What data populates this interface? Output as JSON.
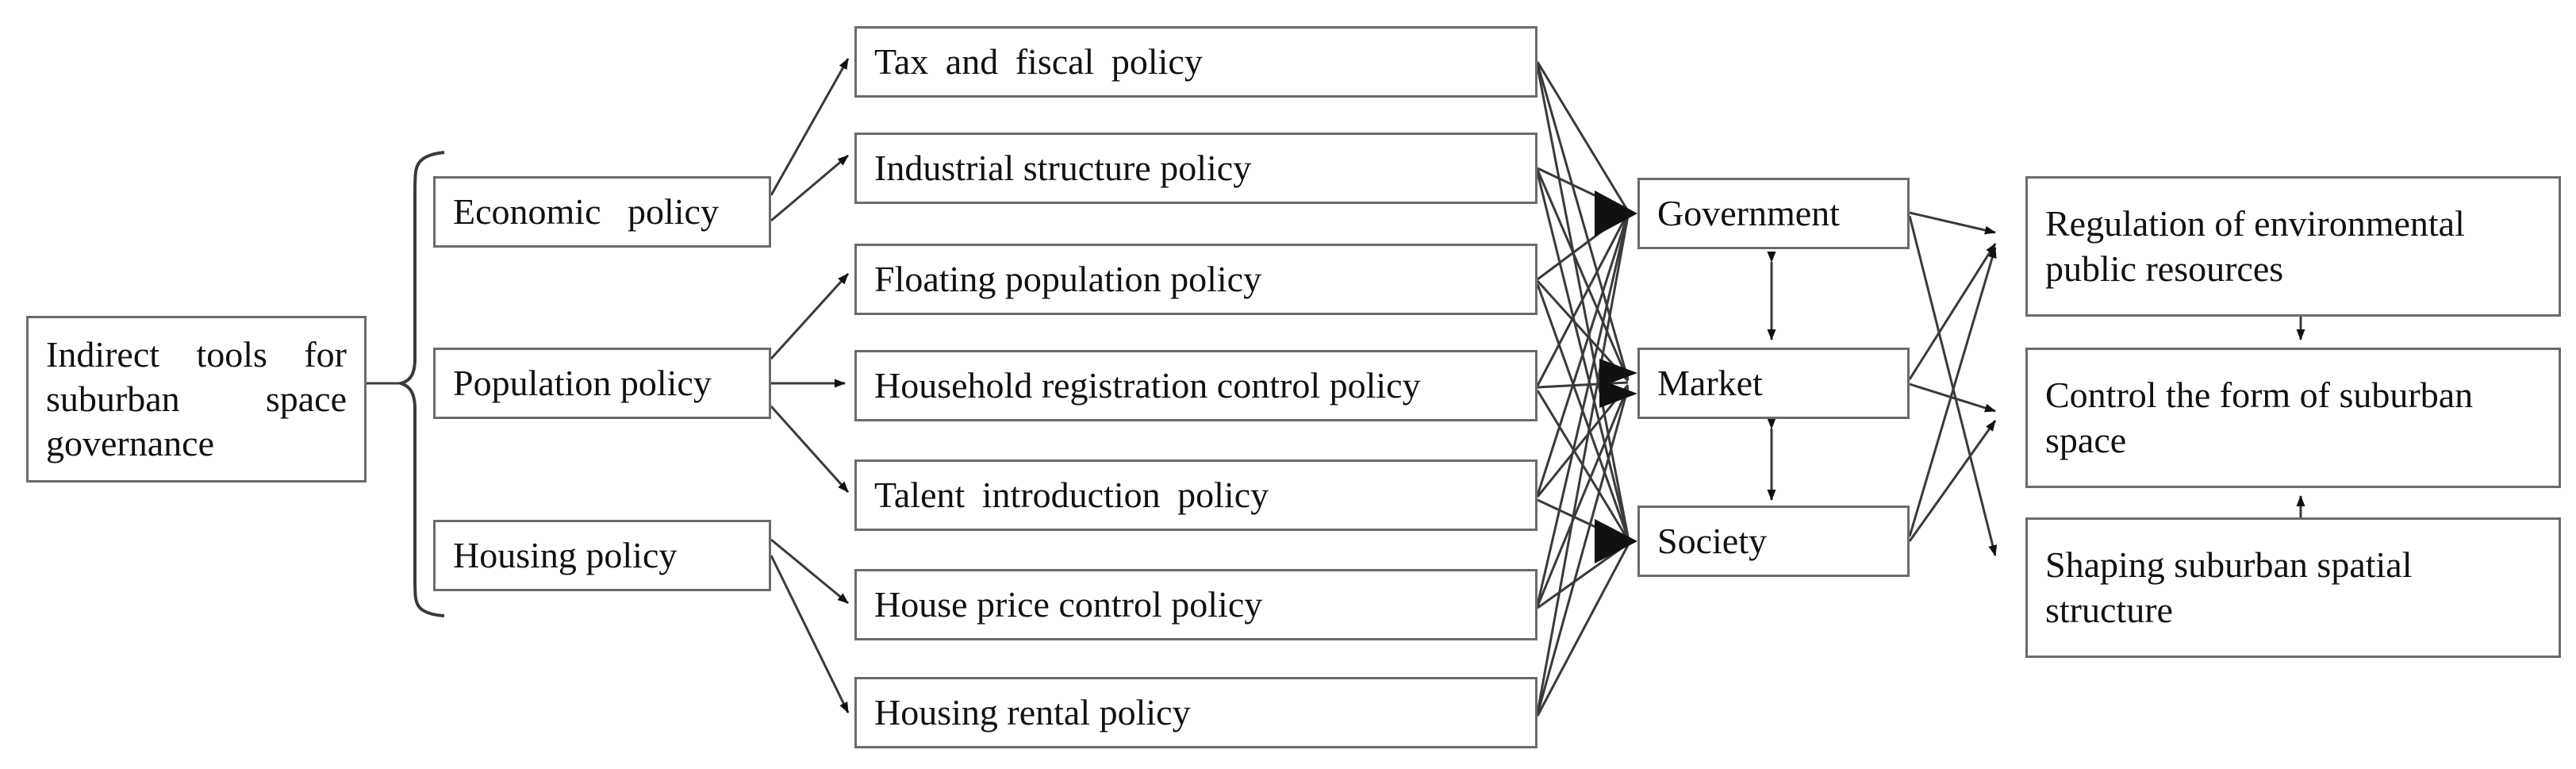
{
  "diagram": {
    "title": "Indirect tools for suburban space governance framework",
    "stroke_color": "#6b6b6b",
    "line_color": "#3a3a3a",
    "text_color": "#111111",
    "background": "#ffffff"
  },
  "root": {
    "label": "Indirect tools for suburban space governance",
    "line1": "Indirect tools for",
    "line2": "suburban space",
    "line3": "governance"
  },
  "categories": [
    {
      "id": "economic",
      "label": "Economic  policy"
    },
    {
      "id": "population",
      "label": "Population policy"
    },
    {
      "id": "housing",
      "label": "Housing policy"
    }
  ],
  "policies": [
    {
      "id": "tax",
      "label": "Tax and fiscal policy",
      "parent": "economic"
    },
    {
      "id": "industrial",
      "label": "Industrial structure policy",
      "parent": "economic"
    },
    {
      "id": "floating",
      "label": "Floating population policy",
      "parent": "population"
    },
    {
      "id": "household",
      "label": "Household registration control policy",
      "parent": "population"
    },
    {
      "id": "talent",
      "label": "Talent introduction policy",
      "parent": "population"
    },
    {
      "id": "houseprice",
      "label": "House price control policy",
      "parent": "housing"
    },
    {
      "id": "rental",
      "label": "Housing rental policy",
      "parent": "housing"
    }
  ],
  "actors": [
    {
      "id": "government",
      "label": "Government"
    },
    {
      "id": "market",
      "label": "Market"
    },
    {
      "id": "society",
      "label": "Society"
    }
  ],
  "outcomes": [
    {
      "id": "regulation",
      "label": "Regulation of environmental public resources",
      "line1": "Regulation of environmental",
      "line2": "public resources"
    },
    {
      "id": "control",
      "label": "Control the form of suburban space",
      "line1": "Control the form of suburban",
      "line2": "space"
    },
    {
      "id": "shaping",
      "label": "Shaping suburban spatial structure",
      "line1": "Shaping suburban spatial",
      "line2": "structure"
    }
  ],
  "connections": {
    "root_to_categories": "brace",
    "category_to_policy": [
      [
        "economic",
        "tax"
      ],
      [
        "economic",
        "industrial"
      ],
      [
        "population",
        "floating"
      ],
      [
        "population",
        "household"
      ],
      [
        "population",
        "talent"
      ],
      [
        "housing",
        "houseprice"
      ],
      [
        "housing",
        "rental"
      ]
    ],
    "policy_to_actor": "all-policies-to-all-actors",
    "actor_pairs_bidirectional": [
      [
        "government",
        "market"
      ],
      [
        "market",
        "society"
      ]
    ],
    "actor_to_outcome": [
      [
        "government",
        "regulation"
      ],
      [
        "government",
        "shaping"
      ],
      [
        "market",
        "regulation"
      ],
      [
        "market",
        "control"
      ],
      [
        "society",
        "regulation"
      ],
      [
        "society",
        "control"
      ]
    ],
    "outcome_internal": [
      [
        "regulation",
        "control",
        "down"
      ],
      [
        "shaping",
        "control",
        "up"
      ]
    ]
  }
}
